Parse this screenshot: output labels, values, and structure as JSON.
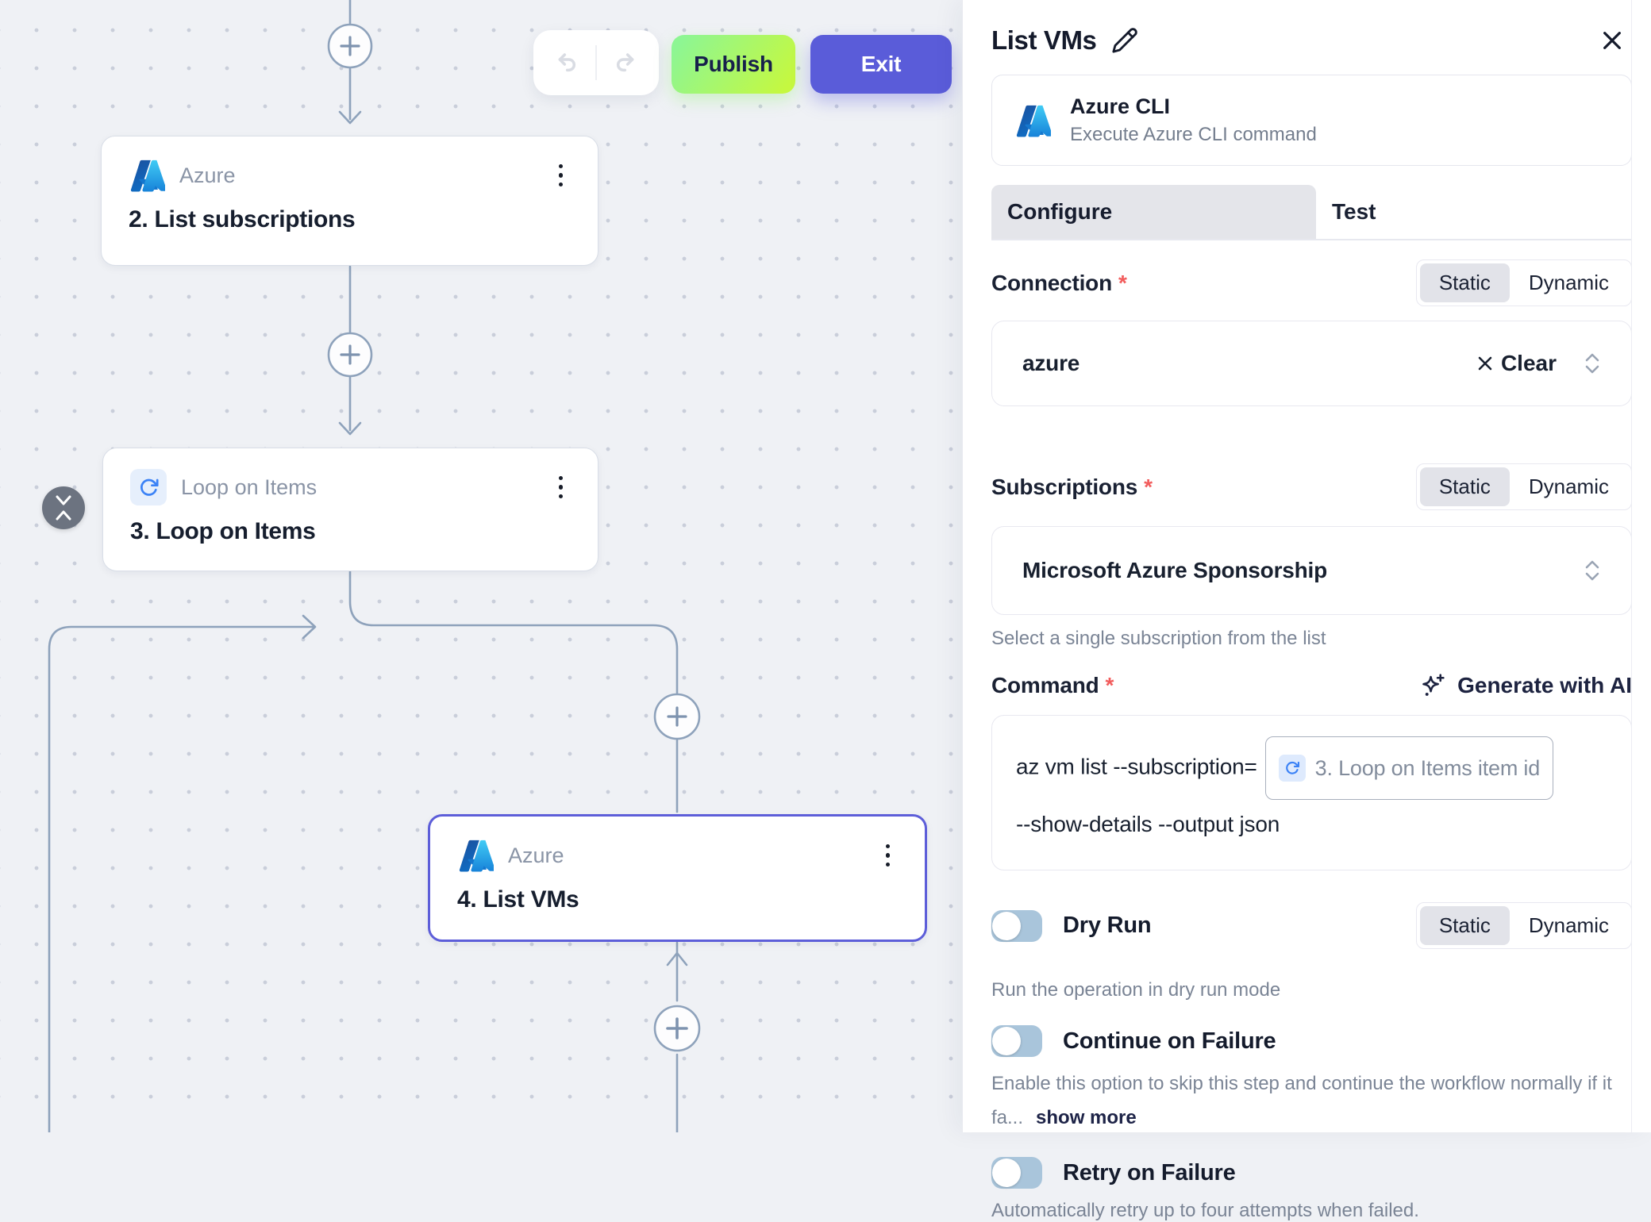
{
  "canvas": {
    "toolbar": {
      "publish_label": "Publish",
      "exit_label": "Exit"
    },
    "nodes": {
      "node2": {
        "app": "Azure",
        "title": "2. List subscriptions"
      },
      "node3": {
        "app": "Loop on Items",
        "title": "3. Loop on Items"
      },
      "node4": {
        "app": "Azure",
        "title": "4. List VMs"
      }
    }
  },
  "panel": {
    "title": "List VMs",
    "required_mark": "*",
    "app_card": {
      "name": "Azure CLI",
      "description": "Execute Azure CLI command"
    },
    "tabs": {
      "configure": "Configure",
      "test": "Test"
    },
    "mode_toggle": {
      "static": "Static",
      "dynamic": "Dynamic"
    },
    "connection": {
      "label": "Connection",
      "value": "azure",
      "clear_label": "Clear"
    },
    "subscriptions": {
      "label": "Subscriptions",
      "value": "Microsoft Azure Sponsorship",
      "helper": "Select a single subscription from the list"
    },
    "command": {
      "label": "Command",
      "generate_label": "Generate with AI",
      "text_before": "az vm list --subscription=",
      "chip_label": "3. Loop on Items item id",
      "text_after": "--show-details --output json"
    },
    "dry_run": {
      "label": "Dry Run",
      "helper": "Run the operation in dry run mode"
    },
    "continue_on_failure": {
      "label": "Continue on Failure",
      "helper": "Enable this option to skip this step and continue the workflow normally if it fa...",
      "show_more": "show more"
    },
    "retry_on_failure": {
      "label": "Retry on Failure",
      "helper": "Automatically retry up to four attempts when failed."
    }
  },
  "colors": {
    "accent_indigo": "#5A5CD9",
    "publish_green": "#8DF693",
    "publish_lime": "#C5F840",
    "edge_blue_grey": "#8EA2BB",
    "loop_icon_blue": "#3B82F6",
    "selected_border": "#5D5ED9"
  }
}
